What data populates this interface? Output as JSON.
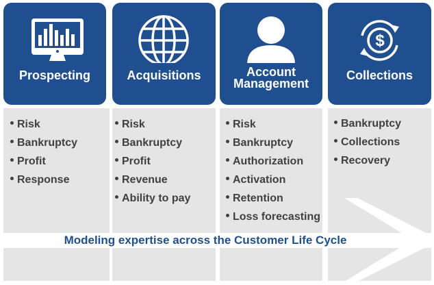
{
  "stages": [
    {
      "title": "Prospecting",
      "icon": "monitor-chart-icon",
      "items": [
        "Risk",
        "Bankruptcy",
        "Profit",
        "Response"
      ]
    },
    {
      "title": "Acquisitions",
      "icon": "globe-icon",
      "items": [
        "Risk",
        "Bankruptcy",
        "Profit",
        "Revenue",
        "Ability to pay"
      ]
    },
    {
      "title": "Account Management",
      "icon": "person-icon",
      "items": [
        "Risk",
        "Bankruptcy",
        "Authorization",
        "Activation",
        "Retention",
        "Loss forecasting"
      ]
    },
    {
      "title": "Collections",
      "icon": "dollar-cycle-icon",
      "items": [
        "Bankruptcy",
        "Collections",
        "Recovery"
      ]
    }
  ],
  "banner": "Modeling expertise across the Customer Life Cycle",
  "colors": {
    "brand": "#1f4f8f",
    "panel": "#e5e5e5",
    "text": "#404040"
  }
}
